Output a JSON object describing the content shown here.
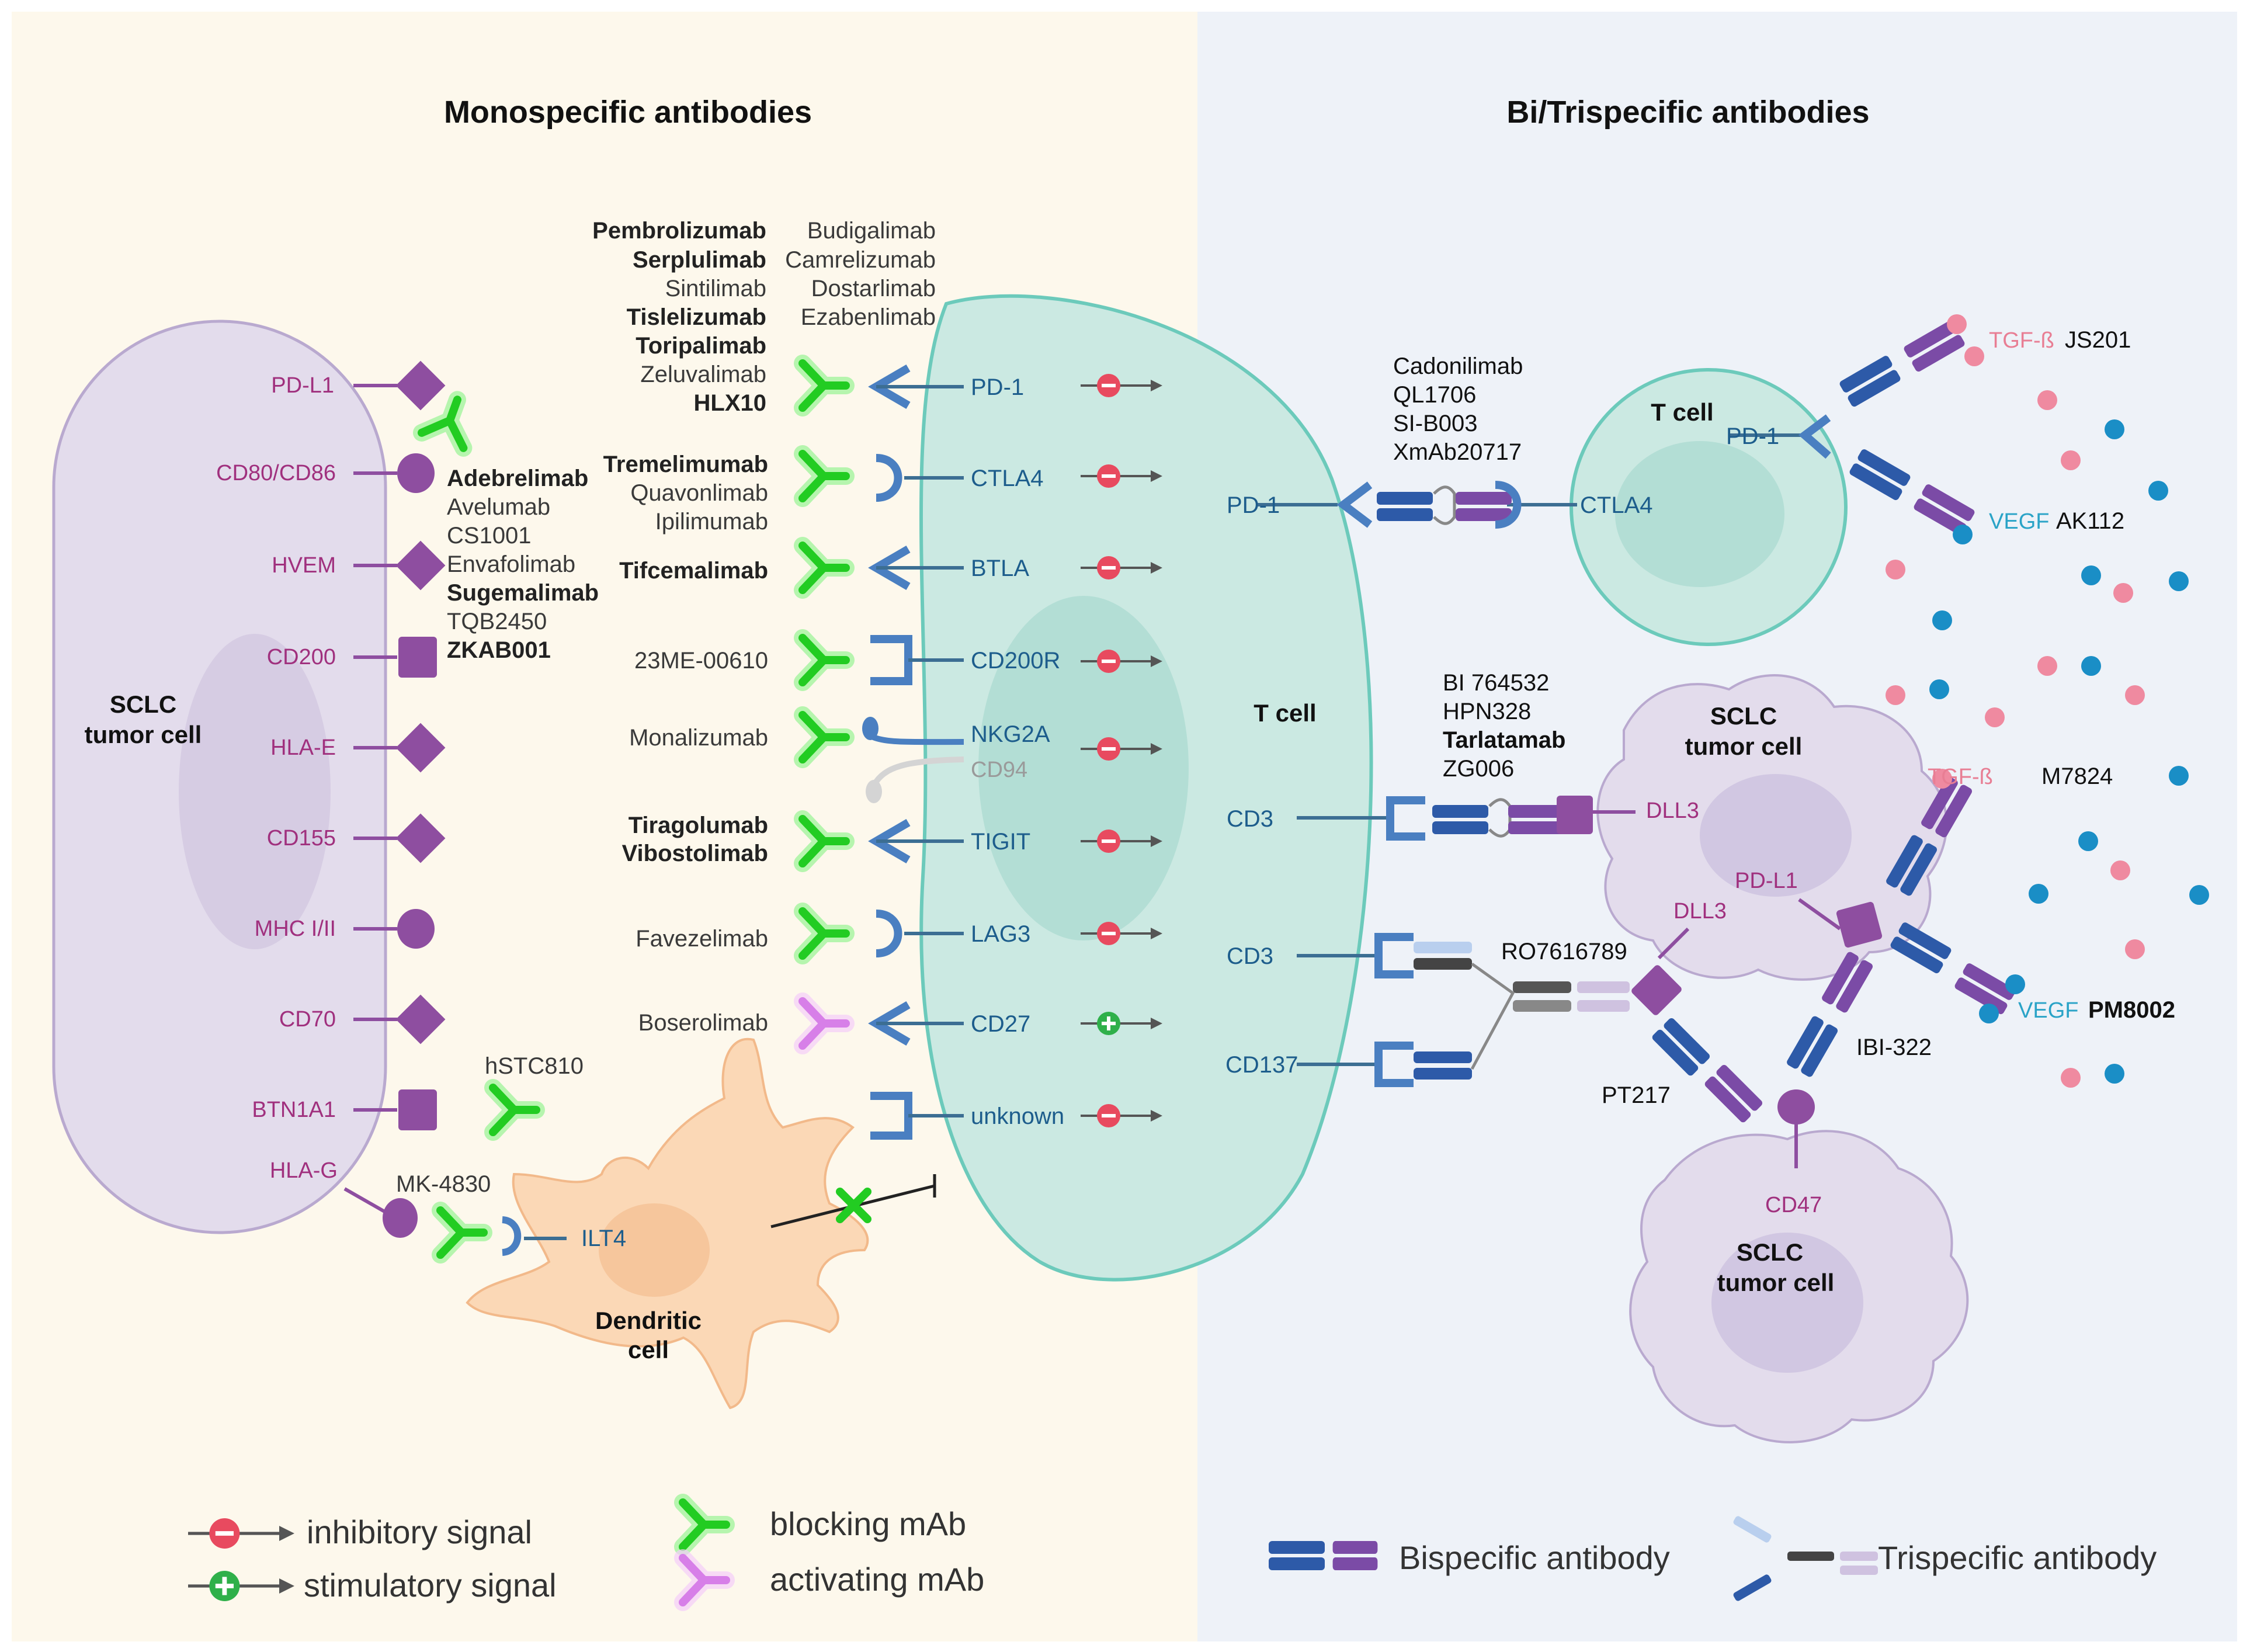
{
  "panels": {
    "mono_title": "Monospecific antibodies",
    "bi_title": "Bi/Trispecific antibodies"
  },
  "cells": {
    "sclc_left_line1": "SCLC",
    "sclc_left_line2": "tumor cell",
    "t_cell_main": "T cell",
    "dendritic_line1": "Dendritic",
    "dendritic_line2": "cell",
    "t_cell_small": "T cell",
    "sclc_mid_line1": "SCLC",
    "sclc_mid_line2": "tumor cell",
    "sclc_bottom_line1": "SCLC",
    "sclc_bottom_line2": "tumor cell"
  },
  "ligands": [
    "PD-L1",
    "CD80/CD86",
    "HVEM",
    "CD200",
    "HLA-E",
    "CD155",
    "MHC I/II",
    "CD70",
    "BTN1A1",
    "HLA-G"
  ],
  "receptors": [
    "PD-1",
    "CTLA4",
    "BTLA",
    "CD200R",
    "NKG2A",
    "TIGIT",
    "LAG3",
    "CD27",
    "unknown"
  ],
  "cd94": "CD94",
  "ilt4": "ILT4",
  "drugs": {
    "pd1_bold_col": [
      "Pembrolizumab",
      "Serplulimab",
      "Sintilimab",
      "Tislelizumab",
      "Toripalimab",
      "Zeluvalimab",
      "HLX10"
    ],
    "pd1_right_col": [
      "Budigalimab",
      "Camrelizumab",
      "Dostarlimab",
      "Ezabenlimab"
    ],
    "pdl1_col": [
      "Adebrelimab",
      "Avelumab",
      "CS1001",
      "Envafolimab",
      "Sugemalimab",
      "TQB2450",
      "ZKAB001"
    ],
    "ctla4_col": [
      "Tremelimumab",
      "Quavonlimab",
      "Ipilimumab"
    ],
    "btla": "Tifcemalimab",
    "cd200r": "23ME-00610",
    "nkg2a": "Monalizumab",
    "tigit": [
      "Tiragolumab",
      "Vibostolimab"
    ],
    "lag3": "Favezelimab",
    "cd27": "Boserolimab",
    "btn1a1": "hSTC810",
    "ilt4": "MK-4830"
  },
  "bispecific": {
    "pd1_ctla4_drugs": [
      "Cadonilimab",
      "QL1706",
      "SI-B003",
      "XmAb20717"
    ],
    "cd3_dll3_drugs": [
      "BI 764532",
      "HPN328",
      "Tarlatamab",
      "ZG006"
    ],
    "labels": {
      "pd1_left": "PD-1",
      "ctla4": "CTLA4",
      "pd1_small": "PD-1",
      "cd3_a": "CD3",
      "cd3_b": "CD3",
      "cd137": "CD137",
      "dll3_a": "DLL3",
      "dll3_b": "DLL3",
      "pdl1": "PD-L1",
      "cd47": "CD47",
      "tgf_a": "TGF-ß",
      "tgf_b": "TGF-ß",
      "vegf_a": "VEGF",
      "vegf_b": "VEGF"
    },
    "drug_names": {
      "js201": "JS201",
      "ak112": "AK112",
      "m7824": "M7824",
      "pm8002": "PM8002",
      "ibi322": "IBI-322",
      "pt217": "PT217",
      "ro": "RO7616789"
    }
  },
  "legend": {
    "inhibitory": "inhibitory signal",
    "stimulatory": "stimulatory signal",
    "blocking": "blocking mAb",
    "activating": "activating mAb",
    "bispecific": "Bispecific antibody",
    "trispecific": "Trispecific antibody"
  },
  "colors": {
    "left_bg": "#fdf8ec",
    "right_bg": "#eef2f8",
    "tumor_fill": "#e3dcec",
    "tcell_fill": "#cbe9e2",
    "tcell_stroke": "#6ccabb",
    "dendritic_fill": "#fbd8b6",
    "ligand_purple": "#8e4ea0",
    "receptor_blue": "#4a7fc1",
    "blocking_green": "#33dd33",
    "activating_pink": "#e4a6f0",
    "inhibit_red": "#e84a5f",
    "stim_green": "#2fb04a",
    "tgf_pink": "#ef8aa0",
    "vegf_blue": "#1a8ec6"
  }
}
